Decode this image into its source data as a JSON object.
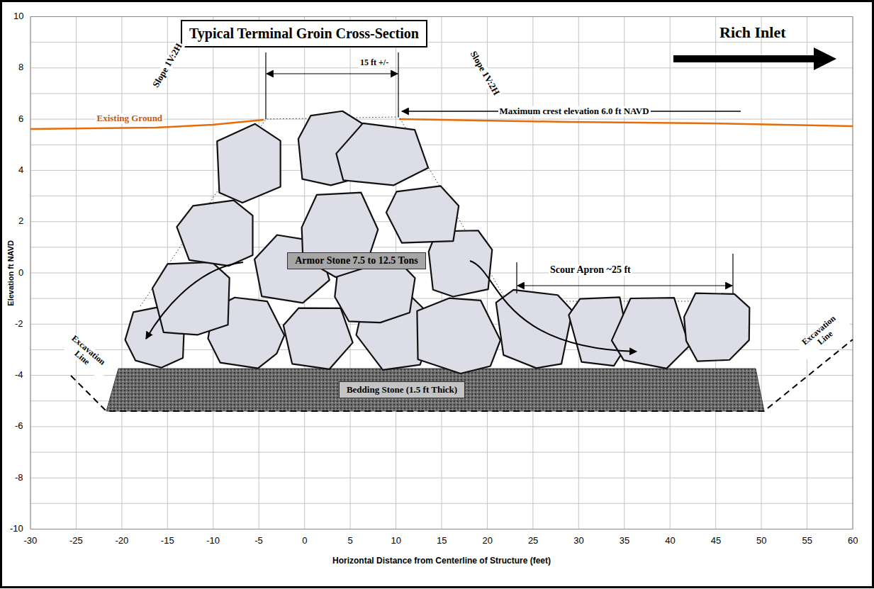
{
  "diagram": {
    "title": "Typical Terminal Groin Cross-Section",
    "nodes": [
      {
        "text": [
          "Armor Stone 7.5 to 12.5 Tons"
        ]
      },
      {
        "text": [
          "Bedding Stone (1.5 ft Thick)"
        ]
      }
    ],
    "labels": [
      "Rich Inlet",
      "15 ft +/-",
      "Maximum crest elevation 6.0 ft NAVD",
      "Existing Ground",
      "Slope 1V:2H",
      "Slope 1V:2H",
      "Scour Apron ~25 ft",
      "Excavation Line",
      "Excavation Line",
      "Elevation ft NAVD",
      "Horizontal Distance from Centerline of Structure (feet)",
      "10",
      "8",
      "6",
      "4",
      "2",
      "0",
      "-2",
      "-4",
      "-6",
      "-8",
      "-10",
      "-30",
      "-25",
      "-20",
      "-15",
      "-10",
      "-5",
      "0",
      "5",
      "10",
      "15",
      "20",
      "25",
      "30",
      "35",
      "40",
      "45",
      "50",
      "55",
      "60"
    ]
  }
}
